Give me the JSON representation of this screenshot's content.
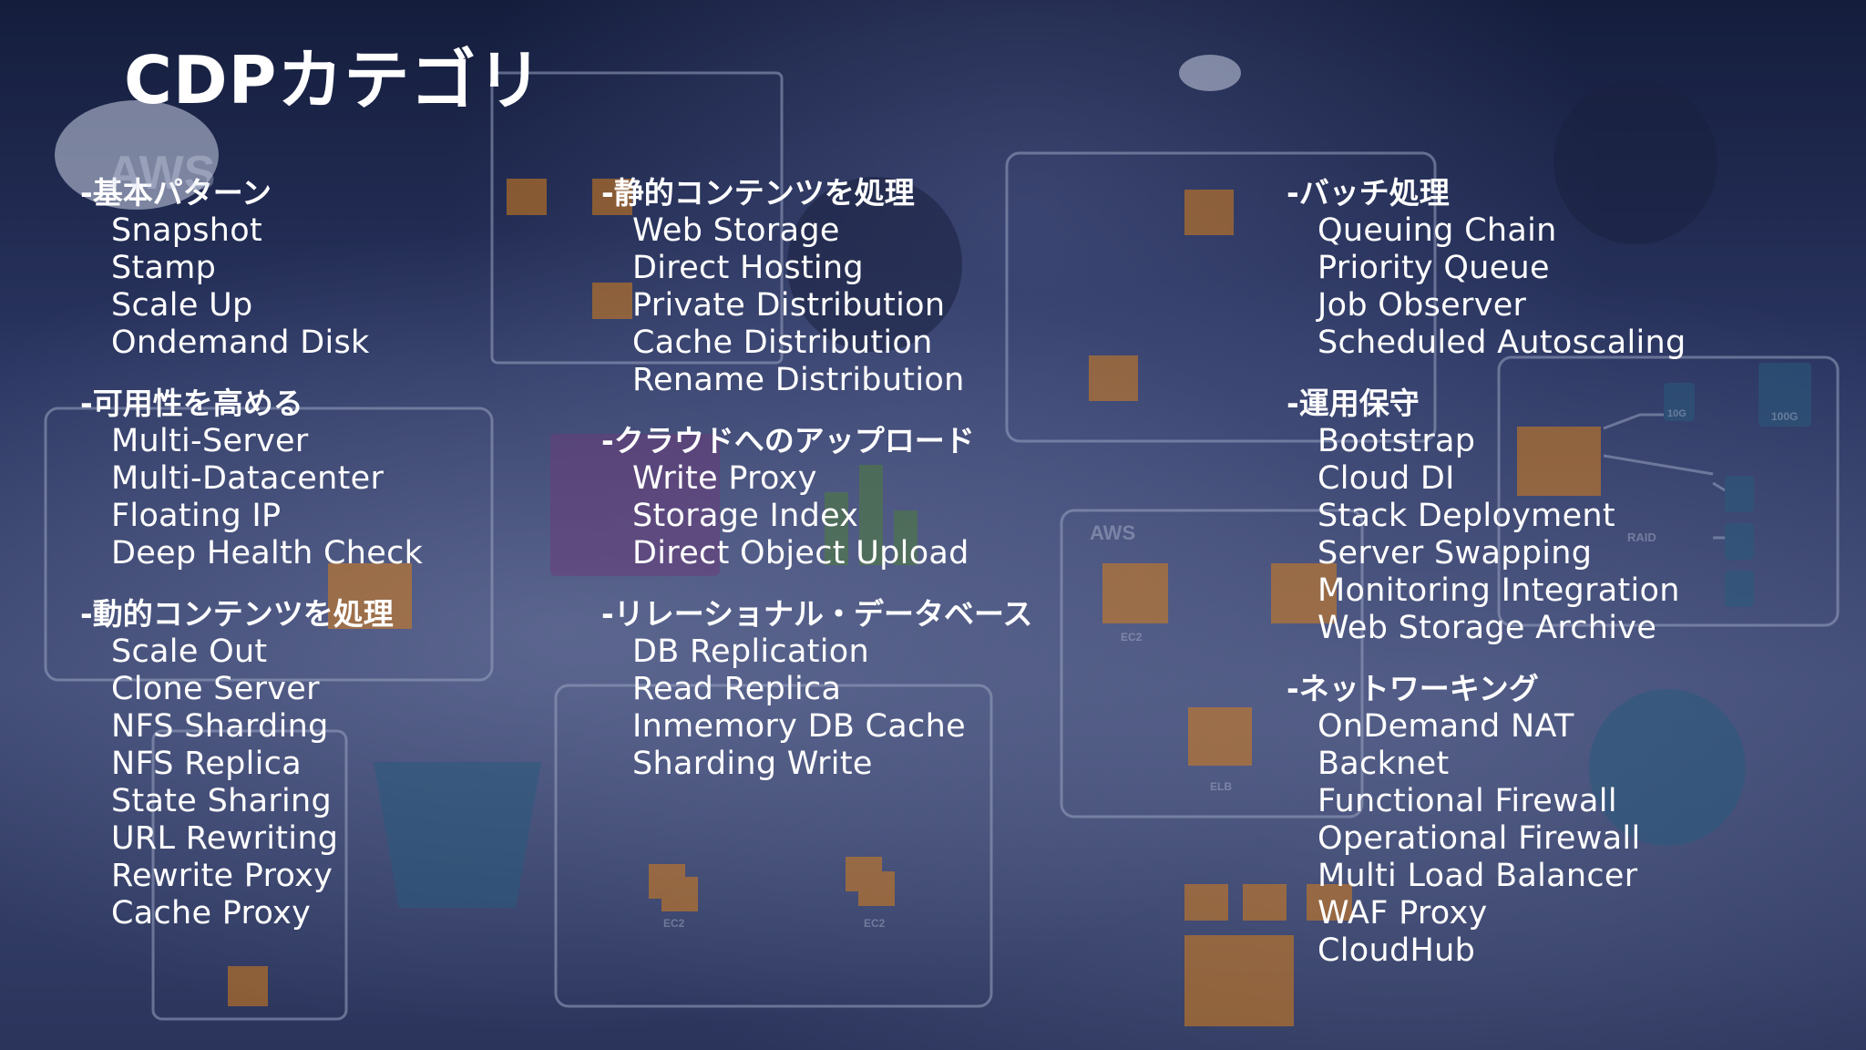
{
  "slide": {
    "title": "CDPカテゴリ"
  },
  "columns": [
    {
      "sections": [
        {
          "heading": "-基本パターン",
          "items": [
            "Snapshot",
            "Stamp",
            "Scale Up",
            "Ondemand Disk"
          ]
        },
        {
          "heading": "-可用性を高める",
          "items": [
            "Multi-Server",
            "Multi-Datacenter",
            "Floating IP",
            "Deep Health Check"
          ]
        },
        {
          "heading": "-動的コンテンツを処理",
          "items": [
            "Scale Out",
            "Clone Server",
            "NFS Sharding",
            "NFS Replica",
            "State Sharing",
            "URL Rewriting",
            "Rewrite Proxy",
            "Cache Proxy"
          ]
        }
      ]
    },
    {
      "sections": [
        {
          "heading": "-静的コンテンツを処理",
          "items": [
            "Web Storage",
            "Direct Hosting",
            "Private Distribution",
            "Cache Distribution",
            "Rename Distribution"
          ]
        },
        {
          "heading": "-クラウドへのアップロード",
          "items": [
            "Write Proxy",
            "Storage Index",
            "Direct Object Upload"
          ]
        },
        {
          "heading": "-リレーショナル・データベース",
          "items": [
            "DB Replication",
            "Read Replica",
            "Inmemory DB Cache",
            "Sharding Write"
          ]
        }
      ]
    },
    {
      "sections": [
        {
          "heading": "-バッチ処理",
          "items": [
            "Queuing Chain",
            "Priority Queue",
            "Job Observer",
            "Scheduled Autoscaling"
          ]
        },
        {
          "heading": "-運用保守",
          "items": [
            "Bootstrap",
            "Cloud DI",
            "Stack Deployment",
            "Server Swapping",
            "Monitoring Integration",
            "Web Storage Archive"
          ]
        },
        {
          "heading": "-ネットワーキング",
          "items": [
            "OnDemand NAT",
            "Backnet",
            "Functional Firewall",
            "Operational Firewall",
            "Multi Load Balancer",
            "WAF Proxy",
            "CloudHub"
          ]
        }
      ]
    }
  ],
  "background": {
    "decorative_labels": [
      "AWS",
      "AWS",
      "EC2",
      "EC2",
      "EC2",
      "ELB",
      "RAID",
      "10G",
      "100G"
    ]
  }
}
